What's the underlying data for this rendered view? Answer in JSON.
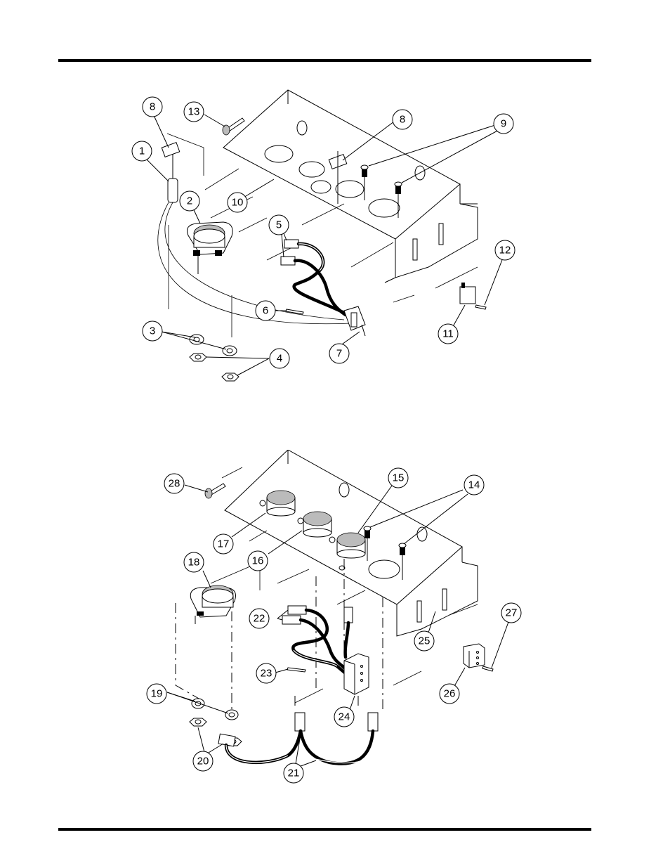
{
  "figures": [
    {
      "name": "upper-assembly",
      "callouts": [
        "1",
        "2",
        "3",
        "4",
        "5",
        "6",
        "7",
        "8",
        "8",
        "9",
        "10",
        "11",
        "12",
        "13"
      ]
    },
    {
      "name": "lower-assembly",
      "callouts": [
        "14",
        "15",
        "16",
        "17",
        "18",
        "19",
        "20",
        "21",
        "22",
        "23",
        "24",
        "25",
        "26",
        "27",
        "28"
      ]
    }
  ]
}
